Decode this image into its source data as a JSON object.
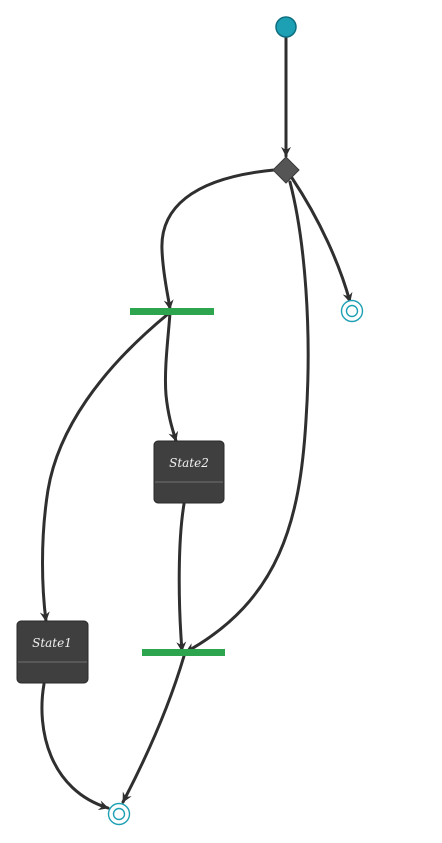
{
  "diagram": {
    "states": [
      {
        "id": "state2",
        "label": "State2"
      },
      {
        "id": "state1",
        "label": "State1"
      }
    ],
    "colors": {
      "start": "#1ea0b4",
      "final": "#1ea0b4",
      "fork": "#2da44e",
      "state_fill": "#3f3f3f",
      "edge": "#2f2f2f",
      "choice": "#555555"
    }
  }
}
